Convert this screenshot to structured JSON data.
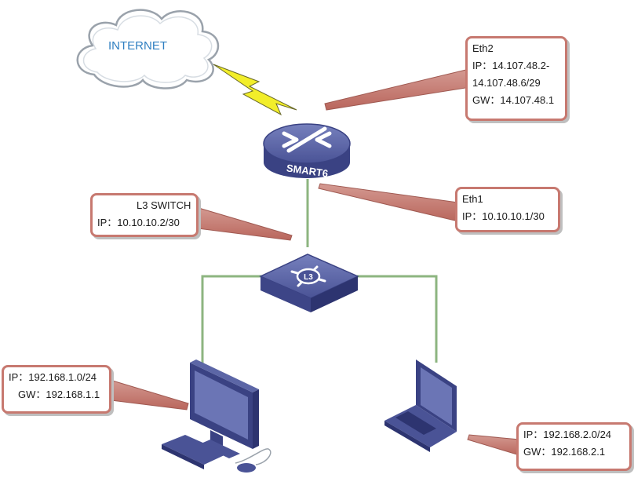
{
  "cloud": {
    "label": "INTERNET"
  },
  "router": {
    "label": "SMART6"
  },
  "switch": {
    "label": "L3"
  },
  "eth2": {
    "title": "Eth2",
    "ip": "IP：14.107.48.2-",
    "ip2": "14.107.48.6/29",
    "gw": "GW：14.107.48.1"
  },
  "eth1": {
    "title": "Eth1",
    "ip": "IP：10.10.10.1/30"
  },
  "l3switch": {
    "title": "L3 SWITCH",
    "ip": "IP：10.10.10.2/30"
  },
  "desktop": {
    "ip": "IP：192.168.1.0/24",
    "gw": "GW：192.168.1.1"
  },
  "laptop": {
    "ip": "IP：192.168.2.0/24",
    "gw": "GW：192.168.2.1"
  },
  "colors": {
    "device": "#4a5396",
    "link": "#8db580",
    "callout_border": "#c77970",
    "callout_pointer": "#c77970",
    "bolt": "#f2ee2a"
  }
}
